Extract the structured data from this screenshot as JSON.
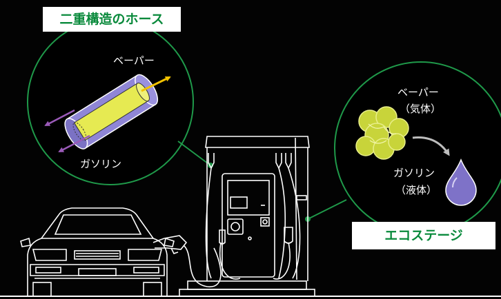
{
  "hose_badge": "二重構造のホース",
  "eco_badge": "エコステージ",
  "hose_circle": {
    "vapor_label": "ベーパー",
    "gasoline_label": "ガソリン"
  },
  "state_circle": {
    "vapor_label": "ベーパー",
    "vapor_state": "（気体）",
    "gasoline_label": "ガソリン",
    "gasoline_state": "（液体）"
  },
  "colors": {
    "accent_green": "#1f9a4a",
    "badge_text": "#0a8a3c",
    "hose_outer": "#8f86d6",
    "hose_inner": "#e6ea52",
    "vapor_arrow": "#f2c200",
    "gasoline_arrow": "#9a5ab8",
    "droplet": "#7e72c8"
  },
  "icons": [
    "double-hose-icon",
    "vapor-cloud-icon",
    "gasoline-droplet-icon",
    "car-icon",
    "fuel-dispenser-icon"
  ]
}
